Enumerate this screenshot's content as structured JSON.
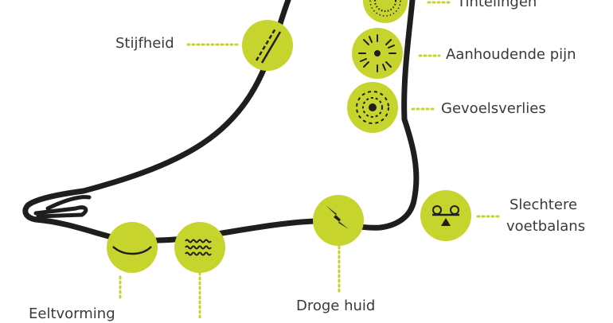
{
  "labels": {
    "tintelingen": "Tintelingen",
    "stijfheid": "Stijfheid",
    "aanhoudende_pijn": "Aanhoudende pijn",
    "gevoelsverlies": "Gevoelsverlies",
    "slechtere_1": "Slechtere",
    "slechtere_2": "voetbalans",
    "droge_huid": "Droge huid",
    "eeltvorming": "Eeltvorming"
  },
  "colors": {
    "accent": "#c8d42e",
    "outline": "#1e1e1e",
    "text": "#3a3a3a"
  }
}
